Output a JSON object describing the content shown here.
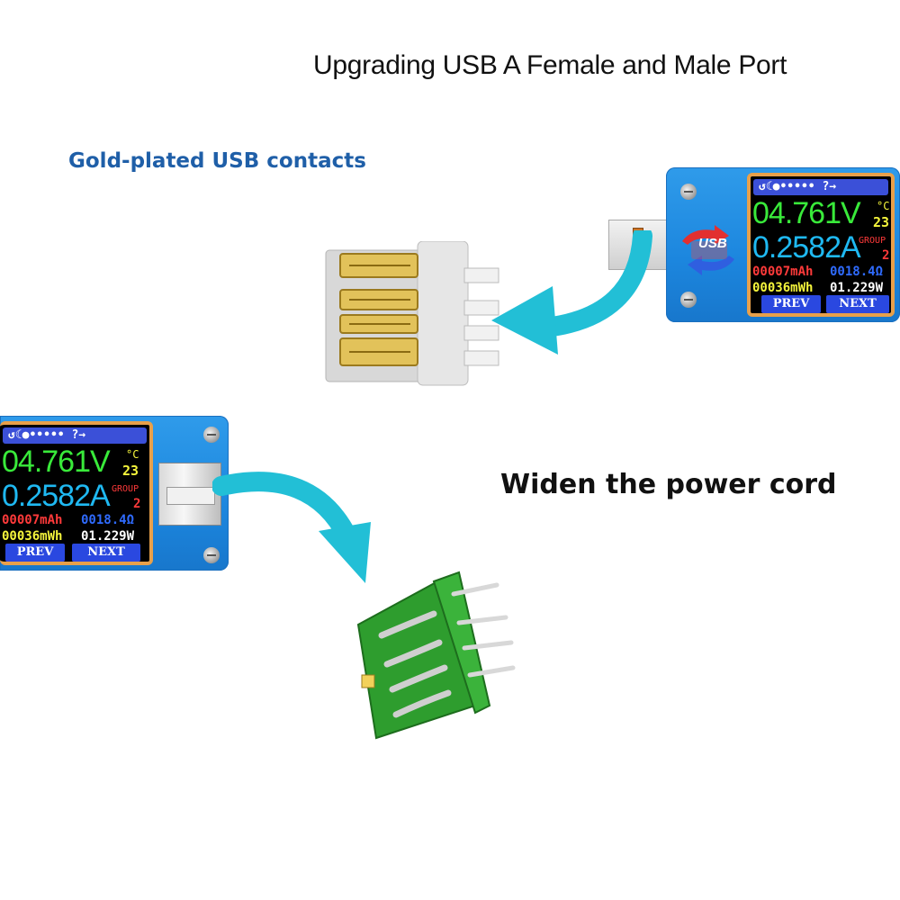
{
  "title": "Upgrading USB A Female and Male Port",
  "gold_caption": "Gold-plated USB contacts",
  "widen_caption": "Widen the power cord",
  "meter": {
    "topbar": "↺☾●••••• ?→",
    "voltage": "04.761V",
    "current": "0.2582A",
    "temp_unit": "°C",
    "temp_value": "23",
    "group_label": "GROUP",
    "group_value": "2",
    "capacity": "00007mAh",
    "resistance": "0018.4Ω",
    "energy": "00036mWh",
    "power": "01.229W",
    "prev": "PREV",
    "next": "NEXT"
  },
  "usb_logo": "USB",
  "colors": {
    "arrow": "#22bfd6",
    "device": "#1c86de",
    "screen_border": "#e8a04a",
    "gold_text": "#1f5fa8",
    "connector_green": "#2e9d2e"
  }
}
